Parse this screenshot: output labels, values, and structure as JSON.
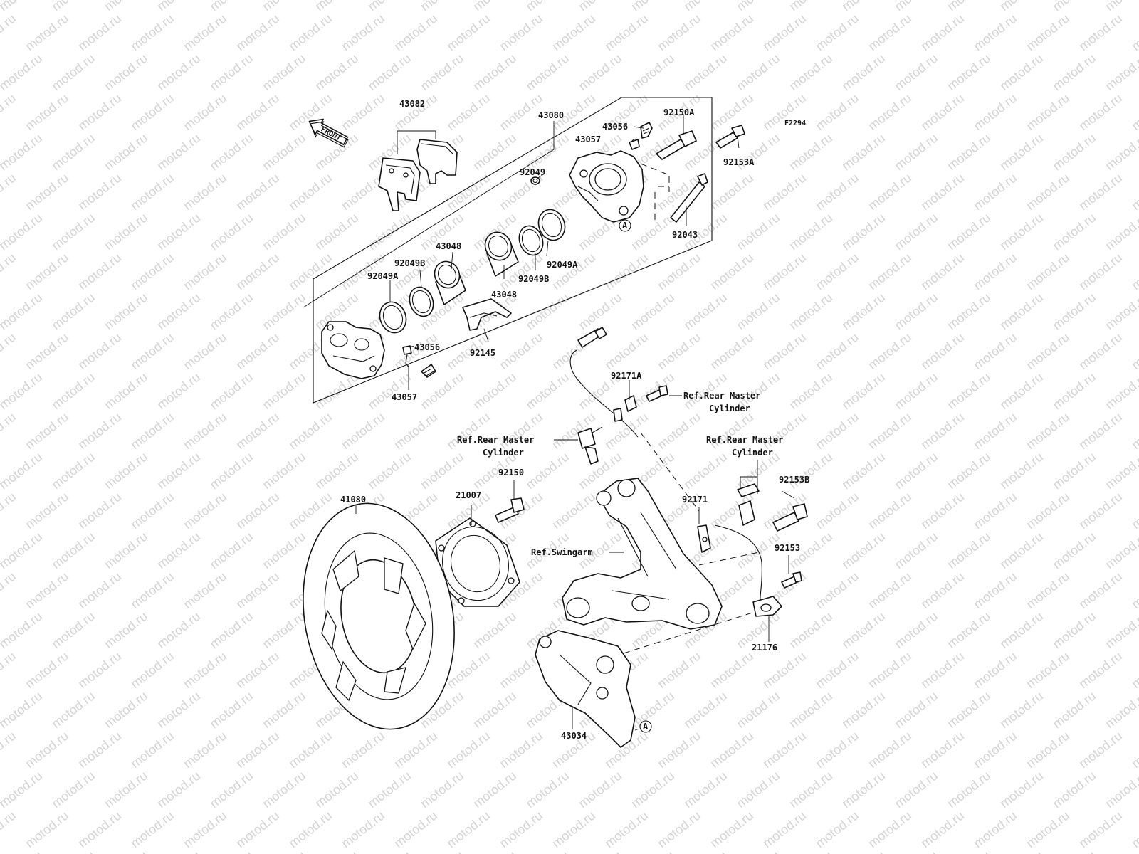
{
  "diagram": {
    "code": "F2294",
    "front_label": "FRONT",
    "watermark": "motod.ru",
    "callout_letter": "A",
    "parts": {
      "p43082": "43082",
      "p43080": "43080",
      "p43056a": "43056",
      "p43057a": "43057",
      "p92150A": "92150A",
      "p92153A": "92153A",
      "p92049": "92049",
      "p92043": "92043",
      "p43048a": "43048",
      "p92049Ba": "92049B",
      "p92049Aa": "92049A",
      "p92049Ab": "92049A",
      "p92049Bb": "92049B",
      "p43048b": "43048",
      "p43056b": "43056",
      "p92145": "92145",
      "p43057b": "43057",
      "p92171A": "92171A",
      "p92150": "92150",
      "p21007": "21007",
      "p41080": "41080",
      "p92171": "92171",
      "p92153B": "92153B",
      "p92153": "92153",
      "p21176": "21176",
      "p43034": "43034"
    },
    "refs": {
      "ref1_line1": "Ref.Rear Master",
      "ref1_line2": "Cylinder",
      "ref2_line1": "Ref.Rear Master",
      "ref2_line2": "Cylinder",
      "ref3_line1": "Ref.Rear Master",
      "ref3_line2": "Cylinder",
      "swingarm": "Ref.Swingarm"
    }
  }
}
